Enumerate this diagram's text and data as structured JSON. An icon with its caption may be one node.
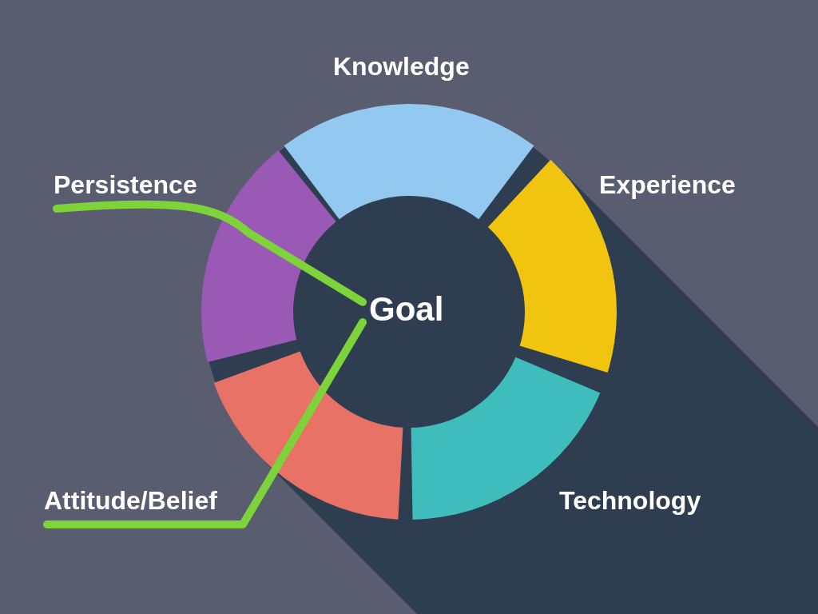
{
  "diagram": {
    "nodes": [
      {
        "text": [
          "Knowledge"
        ]
      },
      {
        "text": [
          "Persistence"
        ]
      },
      {
        "text": [
          "Experience"
        ]
      },
      {
        "text": [
          "Goal"
        ]
      },
      {
        "text": [
          "Attitude/Belief"
        ]
      },
      {
        "text": [
          "Technology"
        ]
      }
    ],
    "edges": [
      {
        "from": 1,
        "to": 3,
        "arrow": "none"
      },
      {
        "from": 4,
        "to": 3,
        "arrow": "none"
      }
    ]
  }
}
